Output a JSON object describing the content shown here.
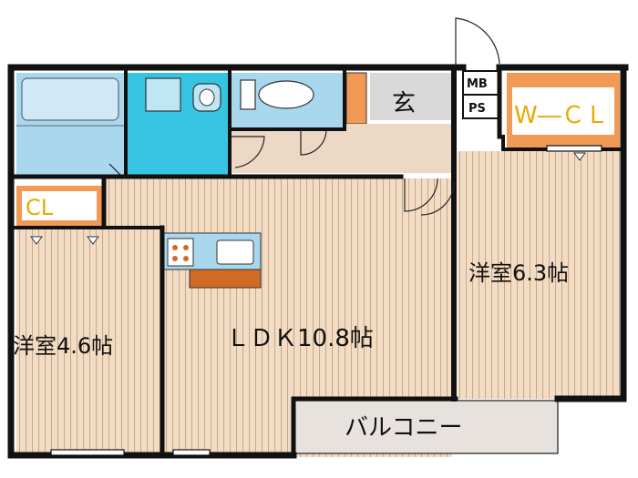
{
  "floorplan": {
    "rooms": {
      "western_left": "洋室4.6帖",
      "ldk": "ＬＤＫ10.8帖",
      "western_right": "洋室6.3帖",
      "entrance": "玄",
      "balcony": "バルコニー",
      "closet": "CL",
      "walk_in_closet": "W―ＣＬ",
      "mb": "MB",
      "ps": "PS"
    },
    "colors": {
      "wall": "#111111",
      "floor_wood": "#f3dcc4",
      "floor_stripe": "#c8a98d",
      "bath": "#a9d7ee",
      "washroom": "#35c5e3",
      "toilet": "#a9d7ee",
      "entry_hall": "#ecd8c5",
      "entrance_tile": "#d9d9d9",
      "closet": "#f19a55",
      "balcony": "#e8e2de",
      "kitchen_counter": "#d06b26",
      "kitchen_top": "#a9d7ee"
    }
  }
}
